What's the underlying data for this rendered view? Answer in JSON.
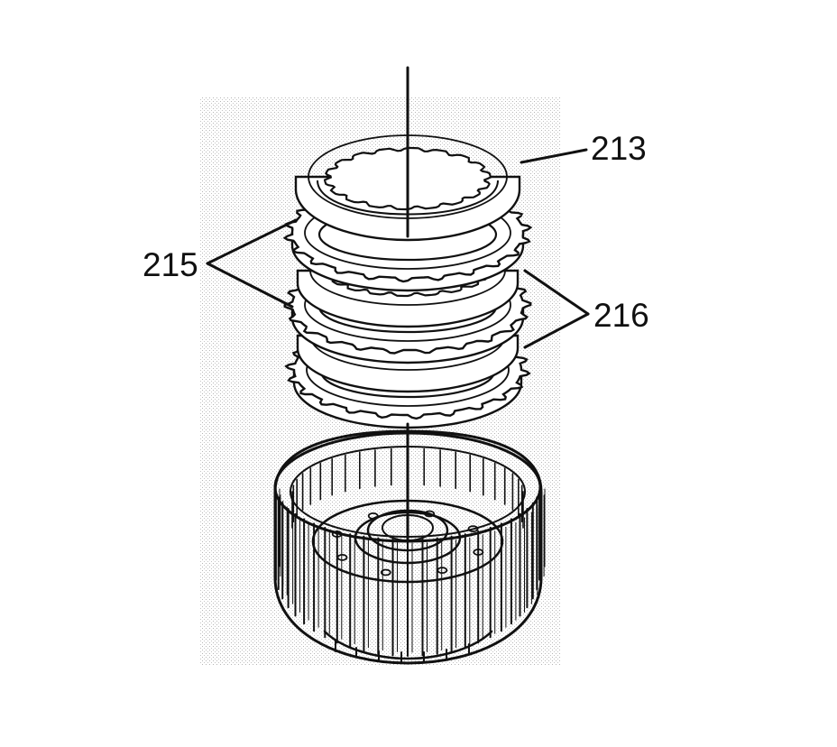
{
  "diagram": {
    "callouts": [
      {
        "id": "c213",
        "label": "213"
      },
      {
        "id": "c215",
        "label": "215"
      },
      {
        "id": "c216",
        "label": "216"
      }
    ]
  },
  "colors": {
    "ink": "#111111",
    "shade": "#d2d2d2",
    "background": "#ffffff"
  }
}
